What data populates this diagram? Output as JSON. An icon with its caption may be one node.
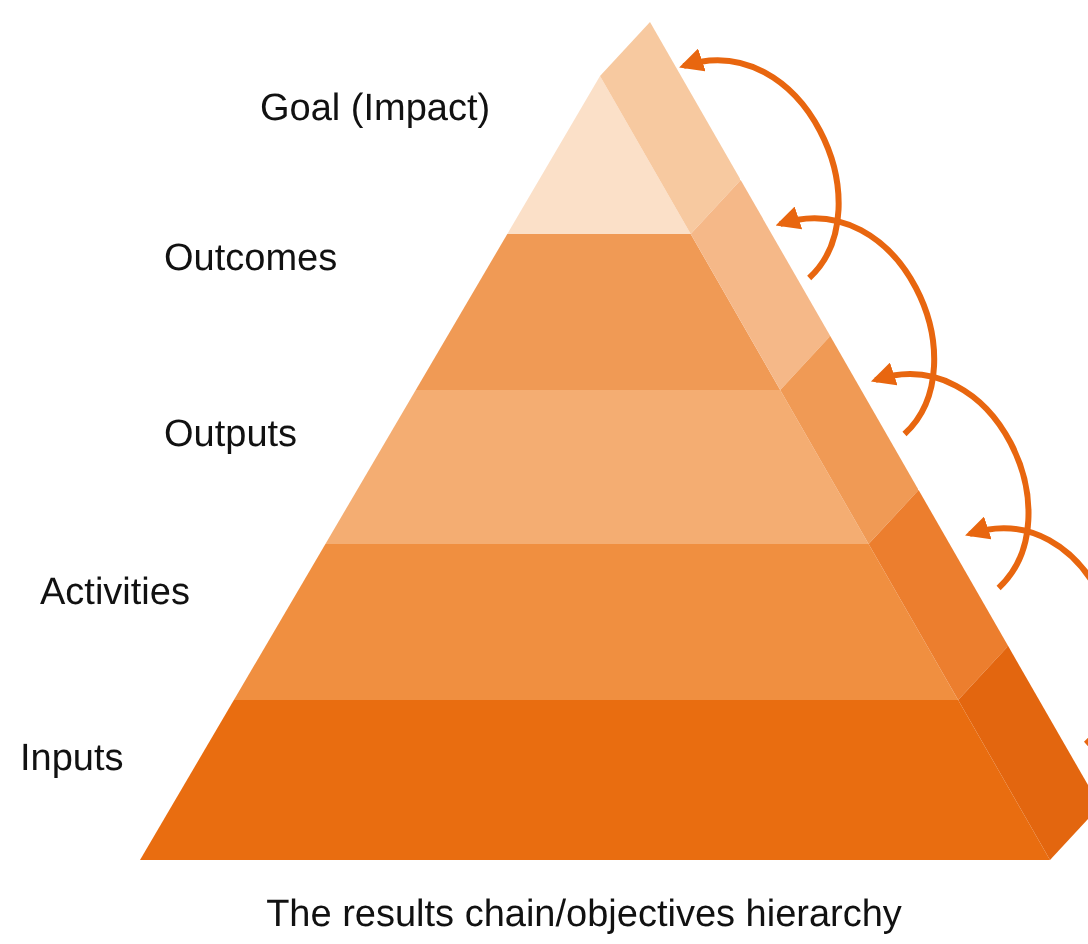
{
  "diagram": {
    "caption": "The results chain/objectives hierarchy",
    "nodes": [
      {
        "text": [
          "Goal (Impact)"
        ]
      },
      {
        "text": [
          "Outcomes"
        ]
      },
      {
        "text": [
          "Outputs"
        ]
      },
      {
        "text": [
          "Activities"
        ]
      },
      {
        "text": [
          "Inputs"
        ]
      }
    ],
    "edges": [
      {
        "from": 1,
        "to": 0,
        "arrow": "to"
      },
      {
        "from": 2,
        "to": 1,
        "arrow": "to"
      },
      {
        "from": 3,
        "to": 2,
        "arrow": "to"
      },
      {
        "from": 4,
        "to": 3,
        "arrow": "to"
      }
    ]
  }
}
